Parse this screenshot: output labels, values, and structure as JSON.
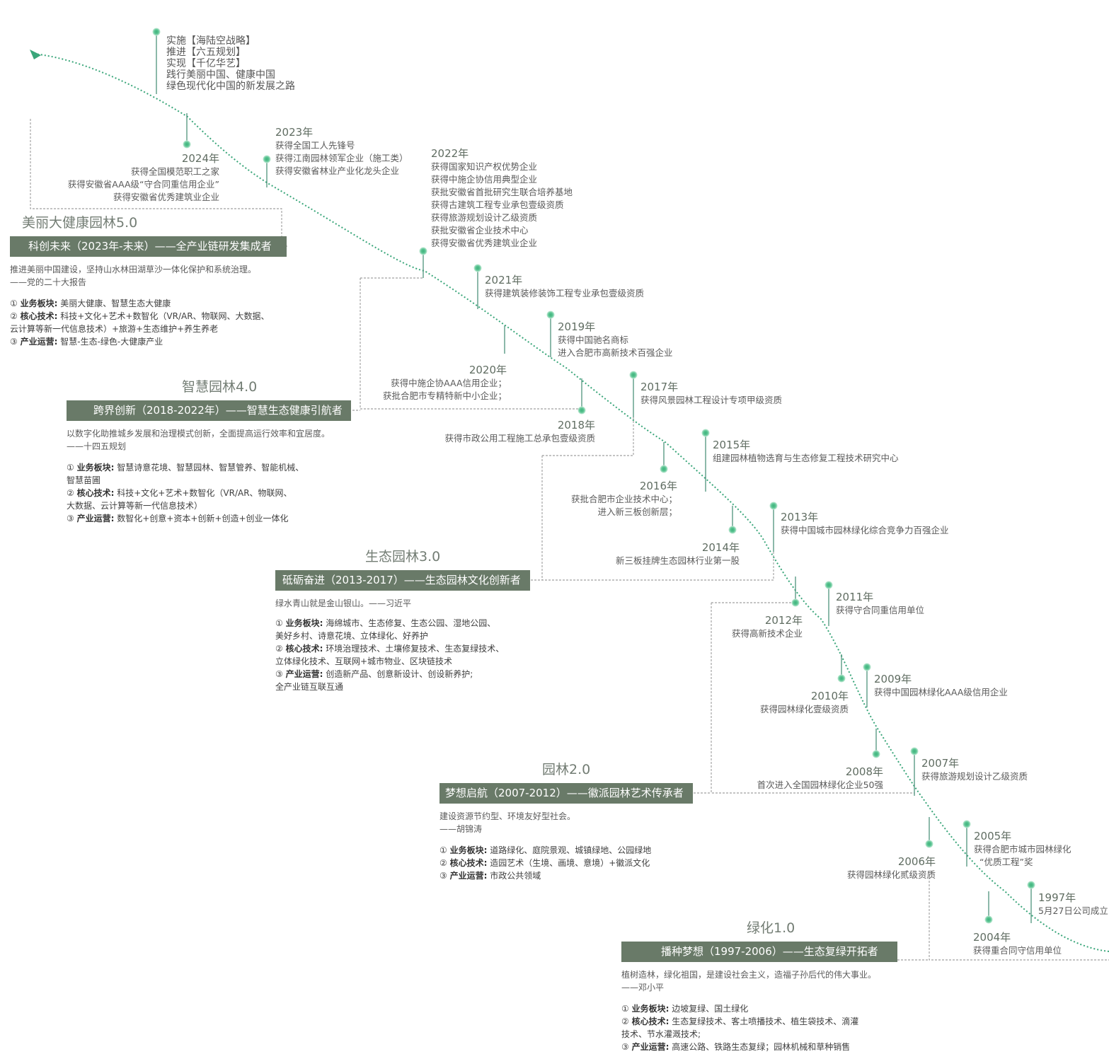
{
  "slogan": [
    "实施【海陆空战略】",
    "推进【六五规划】",
    "实现【千亿华艺】",
    "践行美丽中国、健康中国",
    "绿色现代化中国的新发展之路"
  ],
  "milestones": [
    {
      "year": "2024年",
      "items": [
        "获得全国模范职工之家",
        "获得安徽省AAA级“守合同重信用企业”",
        "获得安徽省优秀建筑业企业"
      ]
    },
    {
      "year": "2023年",
      "items": [
        "获得全国工人先锋号",
        "获得江南园林领军企业（施工类）",
        "获得安徽省林业产业化龙头企业"
      ]
    },
    {
      "year": "2022年",
      "items": [
        "获得国家知识产权优势企业",
        "获得中施企协信用典型企业",
        "获批安徽省首批研究生联合培养基地",
        "获得古建筑工程专业承包壹级资质",
        "获得旅游规划设计乙级资质",
        "获批安徽省企业技术中心",
        "获得安徽省优秀建筑业企业"
      ]
    },
    {
      "year": "2021年",
      "items": [
        "获得建筑装修装饰工程专业承包壹级资质"
      ]
    },
    {
      "year": "2020年",
      "items": [
        "获得中施企协AAA信用企业；",
        "获批合肥市专精特新中小企业；"
      ]
    },
    {
      "year": "2019年",
      "items": [
        "获得中国驰名商标",
        "进入合肥市高新技术百强企业"
      ]
    },
    {
      "year": "2018年",
      "items": [
        "获得市政公用工程施工总承包壹级资质"
      ]
    },
    {
      "year": "2017年",
      "items": [
        "获得风景园林工程设计专项甲级资质"
      ]
    },
    {
      "year": "2016年",
      "items": [
        "获批合肥市企业技术中心；",
        "进入新三板创新层；"
      ]
    },
    {
      "year": "2015年",
      "items": [
        "组建园林植物选育与生态修复工程技术研究中心"
      ]
    },
    {
      "year": "2014年",
      "items": [
        "新三板挂牌生态园林行业第一股"
      ]
    },
    {
      "year": "2013年",
      "items": [
        "获得中国城市园林绿化综合竞争力百强企业"
      ]
    },
    {
      "year": "2012年",
      "items": [
        "获得高新技术企业"
      ]
    },
    {
      "year": "2011年",
      "items": [
        "获得守合同重信用单位"
      ]
    },
    {
      "year": "2010年",
      "items": [
        "获得园林绿化壹级资质"
      ]
    },
    {
      "year": "2009年",
      "items": [
        "获得中国园林绿化AAA级信用企业"
      ]
    },
    {
      "year": "2008年",
      "items": [
        "首次进入全国园林绿化企业50强"
      ]
    },
    {
      "year": "2007年",
      "items": [
        "获得旅游规划设计乙级资质"
      ]
    },
    {
      "year": "2006年",
      "items": [
        "获得园林绿化贰级资质"
      ]
    },
    {
      "year": "2005年",
      "items": [
        "获得合肥市城市园林绿化",
        "“优质工程”奖"
      ]
    },
    {
      "year": "2004年",
      "items": [
        "获得重合同守信用单位"
      ]
    },
    {
      "year": "1997年",
      "items": [
        "5月27日公司成立"
      ]
    }
  ],
  "stages": [
    {
      "title": "美丽大健康园林5.0",
      "band": "科创未来（2023年-未来）——全产业链研发集成者",
      "quote": [
        "推进美丽中国建设，坚持山水林田湖草沙一体化保护和系统治理。",
        "——党的二十大报告"
      ],
      "points": [
        {
          "n": "①",
          "k": "业务板块:",
          "v": "美丽大健康、智慧生态大健康"
        },
        {
          "n": "②",
          "k": "核心技术:",
          "v": "科技+文化+艺术+数智化（VR/AR、物联网、大数据、"
        },
        {
          "n": "",
          "k": "",
          "v": "云计算等新一代信息技术）+旅游+生态维护+养生养老"
        },
        {
          "n": "③",
          "k": "产业运营:",
          "v": "智慧-生态-绿色-大健康产业"
        }
      ]
    },
    {
      "title": "智慧园林4.0",
      "band": "跨界创新（2018-2022年）——智慧生态健康引航者",
      "quote": [
        "以数字化助推城乡发展和治理模式创新，全面提高运行效率和宜居度。",
        "——十四五规划"
      ],
      "points": [
        {
          "n": "①",
          "k": "业务板块:",
          "v": "智慧诗意花境、智慧园林、智慧管养、智能机械、"
        },
        {
          "n": "",
          "k": "",
          "v": "智慧苗圃"
        },
        {
          "n": "②",
          "k": "核心技术:",
          "v": "科技+文化+艺术+数智化（VR/AR、物联网、"
        },
        {
          "n": "",
          "k": "",
          "v": "大数据、云计算等新一代信息技术）"
        },
        {
          "n": "③",
          "k": "产业运营:",
          "v": "数智化+创意+资本+创新+创造+创业一体化"
        }
      ]
    },
    {
      "title": "生态园林3.0",
      "band": "砥砺奋进（2013-2017）——生态园林文化创新者",
      "quote": [
        "绿水青山就是金山银山。——习近平"
      ],
      "points": [
        {
          "n": "①",
          "k": "业务板块:",
          "v": "海绵城市、生态修复、生态公园、湿地公园、"
        },
        {
          "n": "",
          "k": "",
          "v": "美好乡村、诗意花境、立体绿化、好养护"
        },
        {
          "n": "②",
          "k": "核心技术:",
          "v": "环境治理技术、土壤修复技术、生态复绿技术、"
        },
        {
          "n": "",
          "k": "",
          "v": "立体绿化技术、互联网+城市物业、区块链技术"
        },
        {
          "n": "③",
          "k": "产业运营:",
          "v": "创造新产品、创意新设计、创设新养护;"
        },
        {
          "n": "",
          "k": "",
          "v": "全产业链互联互通"
        }
      ]
    },
    {
      "title": "园林2.0",
      "band": "梦想启航（2007-2012）——徽派园林艺术传承者",
      "quote": [
        "建设资源节约型、环境友好型社会。",
        "——胡锦涛"
      ],
      "points": [
        {
          "n": "①",
          "k": "业务板块:",
          "v": "道路绿化、庭院景观、城镇绿地、公园绿地"
        },
        {
          "n": "②",
          "k": "核心技术:",
          "v": "造园艺术（生境、画境、意境）+徽派文化"
        },
        {
          "n": "③",
          "k": "产业运营:",
          "v": "市政公共领域"
        }
      ]
    },
    {
      "title": "绿化1.0",
      "band": "播种梦想（1997-2006）——生态复绿开拓者",
      "quote": [
        "植树造林，绿化祖国，是建设社会主义，造福子孙后代的伟大事业。",
        "——邓小平"
      ],
      "points": [
        {
          "n": "①",
          "k": "业务板块:",
          "v": "边坡复绿、国土绿化"
        },
        {
          "n": "②",
          "k": "核心技术:",
          "v": "生态复绿技术、客土喷播技术、植生袋技术、滴灌"
        },
        {
          "n": "",
          "k": "",
          "v": "技术、节水灌溉技术;"
        },
        {
          "n": "③",
          "k": "产业运营:",
          "v": "高速公路、铁路生态复绿；园林机械和草种销售"
        }
      ]
    }
  ],
  "colors": {
    "curve": "#3aa67a",
    "stem": "#3f8a70",
    "dot": "#5cc594",
    "band": "#697a68",
    "bracket": "#888888"
  }
}
